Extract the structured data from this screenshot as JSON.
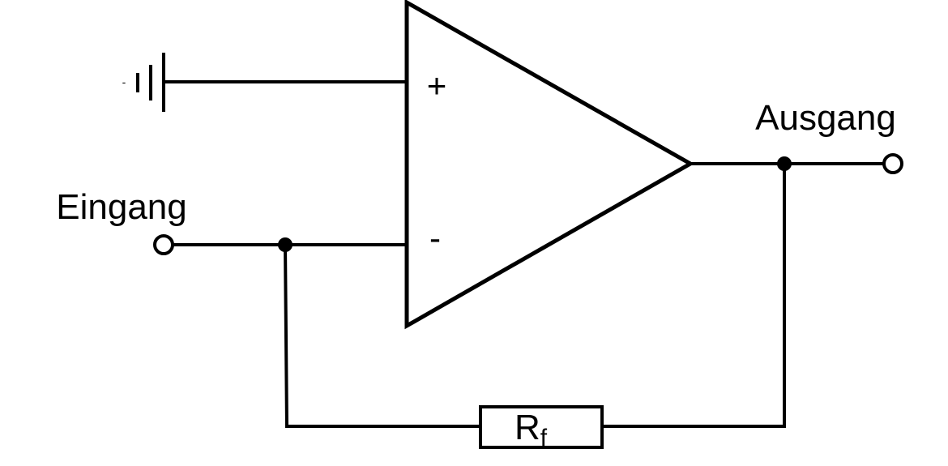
{
  "diagram": {
    "input_label": "Eingang",
    "output_label": "Ausgang",
    "plus_sign": "+",
    "minus_sign": "-",
    "ground_mark": "-",
    "resistor_label": "R",
    "resistor_subscript": "f"
  },
  "colors": {
    "stroke": "#000000",
    "background": "#ffffff"
  }
}
